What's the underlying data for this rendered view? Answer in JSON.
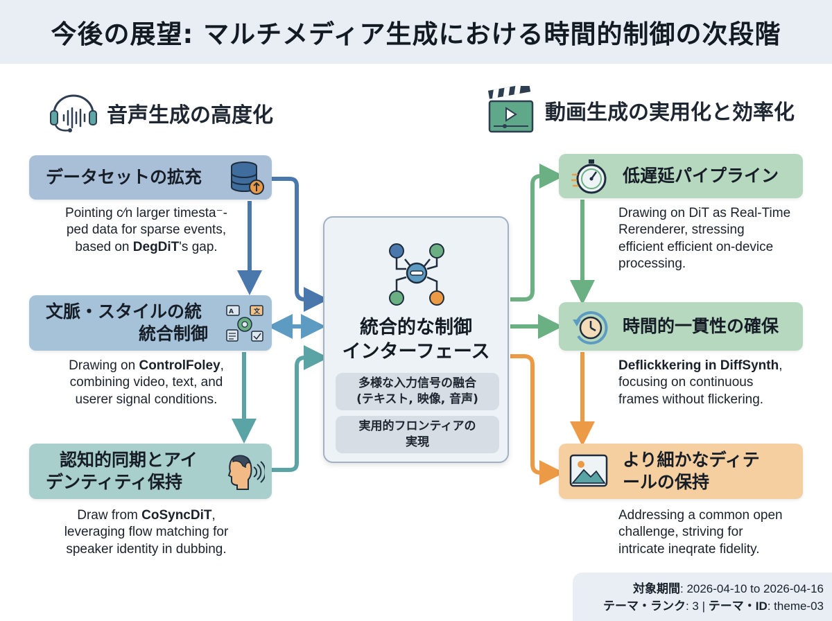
{
  "title": "今後の展望: マルチメディア生成における時間的制御の次段階",
  "left_section": {
    "heading": "音声生成の高度化",
    "icon": "headset-icon",
    "boxes": [
      {
        "label": "データセットの拡充",
        "icon": "database-upload-icon",
        "desc": [
          "Pointing c⁄n larger timesta⁻-",
          "ped data for sparse events,",
          "based on |DegDiT|'s gap."
        ]
      },
      {
        "label_lines": [
          "文脈・スタイルの統",
          "統合制御"
        ],
        "icon": "translate-settings-icon",
        "desc": [
          "Drawing on |ControlFoley|,",
          "combining video, text, and",
          "userer signal conditions."
        ]
      },
      {
        "label_lines": [
          "認知的同期とアイ",
          "デンティティ保持"
        ],
        "icon": "speaking-head-icon",
        "desc": [
          "Draw from |CoSyncDiT|,",
          "leveraging flow matching for",
          "speaker identity in dubbing."
        ]
      }
    ]
  },
  "right_section": {
    "heading": "動画生成の実用化と効率化",
    "icon": "clapperboard-play-icon",
    "boxes": [
      {
        "label": "低遅延パイプライン",
        "icon": "stopwatch-icon",
        "desc": [
          "Drawing on DiT as Real-Time",
          "Rerenderer, stressing",
          "efficient efficient on-device",
          "processing."
        ]
      },
      {
        "label": "時間的一貫性の確保",
        "icon": "clock-refresh-icon",
        "desc": [
          "|Deflickkering in DiffSynth|,",
          "focusing on continuous",
          "frames without flickering."
        ]
      },
      {
        "label_lines": [
          "より細かなディテ",
          "ールの保持"
        ],
        "icon": "image-icon",
        "desc": [
          "Addressing a common open",
          "challenge, striving for",
          "intricate ineqrate fidelity."
        ]
      }
    ]
  },
  "center": {
    "icon": "network-hub-icon",
    "title_lines": [
      "統合的な制御",
      "インターフェース"
    ],
    "pills": [
      [
        "多様な入力信号の融合",
        "(テキスト, 映像, 音声)"
      ],
      [
        "実用的フロンティアの",
        "実現"
      ]
    ]
  },
  "footer": {
    "period_label": "対象期間",
    "period_value": ": 2026-04-10 to 2026-04-16",
    "rank_label": "テーマ・ランク",
    "rank_value": ": 3 | ",
    "id_label": "テーマ・ID",
    "id_value": ": theme-03"
  },
  "colors": {
    "blue_dark": "#4a78ad",
    "blue_mid": "#5d9bc3",
    "teal": "#5ba4a6",
    "green": "#6bb083",
    "orange": "#ec9a45",
    "title_bg": "#e8eef3"
  }
}
